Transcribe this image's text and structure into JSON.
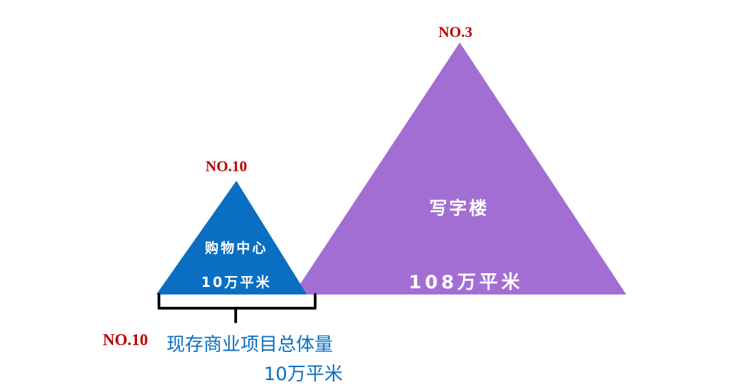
{
  "triangles": {
    "office": {
      "rank": "NO.3",
      "name": "写字楼",
      "area": "108万平米",
      "color": "#a36ed4"
    },
    "mall": {
      "rank": "NO.10",
      "name": "购物中心",
      "area": "10万平米",
      "color": "#0a6fc2"
    }
  },
  "bracket_note": {
    "rank": "NO.10",
    "description": "现存商业项目总体量",
    "area": "10万平米"
  },
  "colors": {
    "rank_red": "#c00000",
    "caption_blue": "#0a6fc2",
    "bracket": "#000000"
  }
}
